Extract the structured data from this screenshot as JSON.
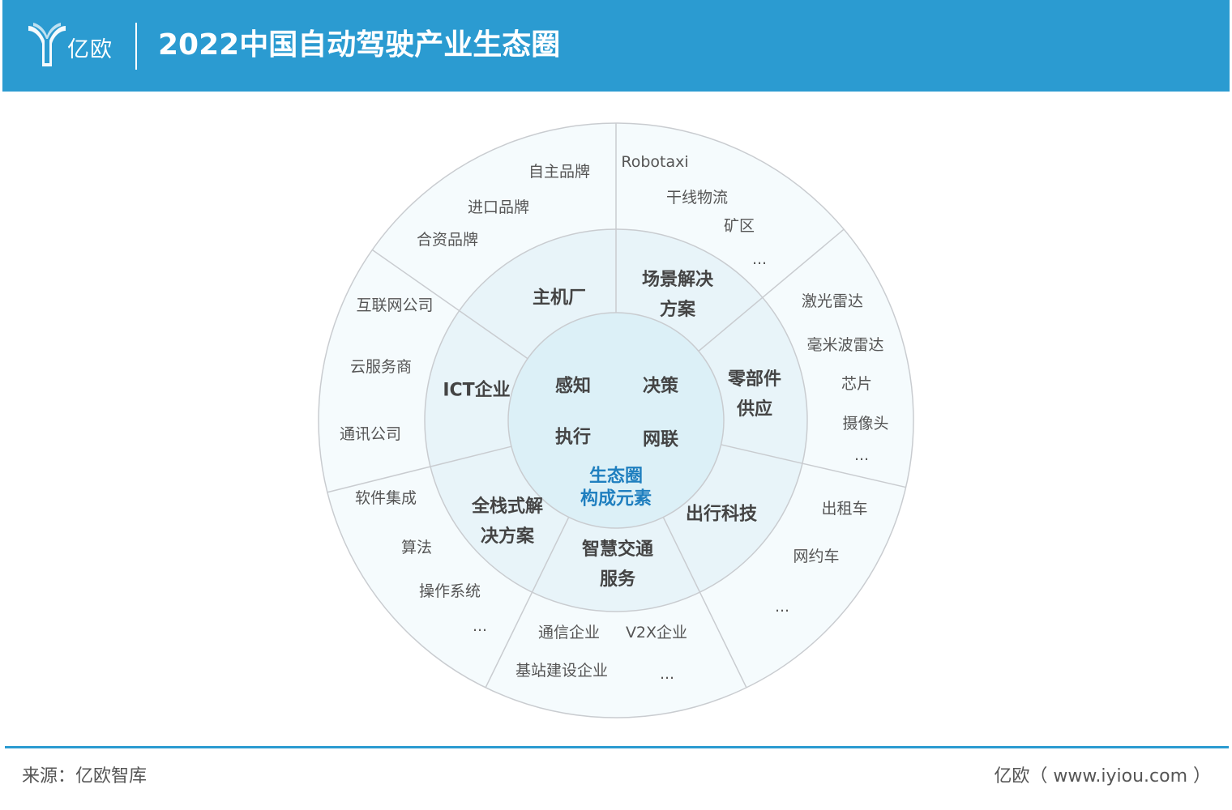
{
  "header": {
    "logo_text": "亿欧",
    "title": "2022中国自动驾驶产业生态圈"
  },
  "diagram": {
    "center_label_lines": [
      "生态圈",
      "构成元素"
    ],
    "core_items": [
      "感知",
      "决策",
      "执行",
      "网联"
    ],
    "segments": [
      {
        "name": "主机厂",
        "lines": [
          "主机厂"
        ],
        "items": [
          "自主品牌",
          "进口品牌",
          "合资品牌"
        ]
      },
      {
        "name": "场景解决方案",
        "lines": [
          "场景解决",
          "方案"
        ],
        "items": [
          "Robotaxi",
          "干线物流",
          "矿区",
          "..."
        ]
      },
      {
        "name": "零部件供应",
        "lines": [
          "零部件",
          "供应"
        ],
        "items": [
          "激光雷达",
          "毫米波雷达",
          "芯片",
          "摄像头",
          "..."
        ]
      },
      {
        "name": "出行科技",
        "lines": [
          "出行科技"
        ],
        "items": [
          "出租车",
          "网约车",
          "..."
        ]
      },
      {
        "name": "智慧交通服务",
        "lines": [
          "智慧交通",
          "服务"
        ],
        "items": [
          "通信企业",
          "V2X企业",
          "基站建设企业",
          "..."
        ]
      },
      {
        "name": "全栈式解决方案",
        "lines": [
          "全栈式解",
          "决方案"
        ],
        "items": [
          "软件集成",
          "算法",
          "操作系统",
          "..."
        ]
      },
      {
        "name": "ICT企业",
        "lines": [
          "ICT企业"
        ],
        "items": [
          "互联网公司",
          "云服务商",
          "通讯公司"
        ]
      }
    ]
  },
  "footer": {
    "source": "来源：亿欧智库",
    "brand": "亿欧（ www.iyiou.com ）"
  },
  "colors": {
    "header_bg": "#2b9bd1",
    "outer_ring": "#f5fbfd",
    "middle_ring": "#e8f4f9",
    "core_circle": "#dcf0f7",
    "ring_stroke": "#c9ccd0",
    "center_text": "#1f7fbf"
  }
}
